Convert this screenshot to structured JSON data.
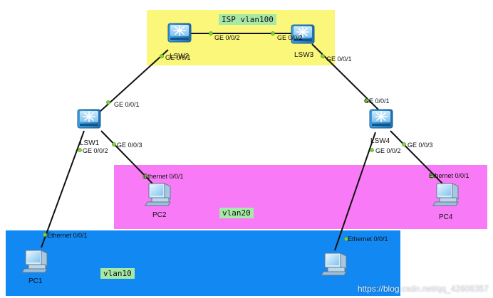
{
  "zones": {
    "isp": {
      "label": "ISP vlan100",
      "color": "#fbf77a"
    },
    "vlan20": {
      "label": "vlan20",
      "color": "#f97af7"
    },
    "vlan10": {
      "label": "vlan10",
      "color": "#1288f3"
    }
  },
  "devices": {
    "lsw2": {
      "name": "LSW2"
    },
    "lsw3": {
      "name": "LSW3"
    },
    "lsw1": {
      "name": "LSW1"
    },
    "lsw4": {
      "name": "LSW4"
    },
    "pc1": {
      "name": "PC1"
    },
    "pc2": {
      "name": "PC2"
    },
    "pc4": {
      "name": "PC4"
    }
  },
  "ports": {
    "lsw2_ge002": "GE 0/0/2",
    "lsw2_ge001": "GE 0/0/1",
    "lsw3_ge002": "GE 0/0/2",
    "lsw3_ge001": "GE 0/0/1",
    "lsw1_ge001": "GE 0/0/1",
    "lsw1_ge002": "GE 0/0/2",
    "lsw1_ge003": "GE 0/0/3",
    "lsw4_ge001": "GE 0/0/1",
    "lsw4_ge002": "GE 0/0/2",
    "lsw4_ge003": "GE 0/0/3",
    "pc1_eth": "Ethernet 0/0/1",
    "pc2_eth": "Ethernet 0/0/1",
    "pc4_eth": "Ethernet 0/0/1",
    "pc3_eth": "Ethernet 0/0/1"
  },
  "colors": {
    "link": "#111111",
    "port_dot": "#7fd13b",
    "switch_body": "#49a8e6"
  },
  "watermark": "https://blog.csdn.net/qq_42606357"
}
